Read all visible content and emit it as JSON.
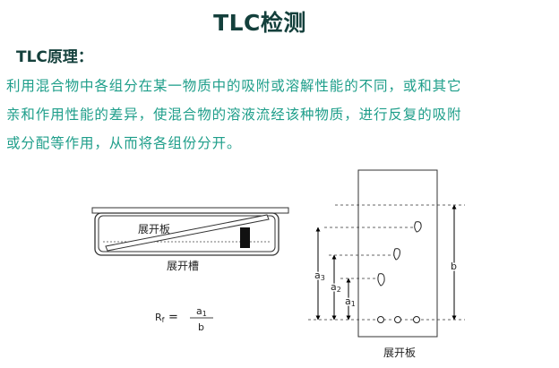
{
  "title": "TLC检测",
  "principle_heading": "TLC原理：",
  "principle_lines": [
    "利用混合物中各组分在某一物质中的吸附或溶解性能的不同，或和其它",
    "亲和作用性能的差异，使混合物的溶液流经该种物质，进行反复的吸附",
    "或分配等作用，从而将各组份分开。"
  ],
  "diagram": {
    "plate_label": "展开板",
    "tank_label": "展开槽",
    "rf_formula": {
      "lhs": "Rf",
      "numerator": "a",
      "numerator_sub": "1",
      "denominator": "b"
    },
    "distance_labels": {
      "a3": "a",
      "a3_sub": "3",
      "a2": "a",
      "a2_sub": "2",
      "a1": "a",
      "a1_sub": "1",
      "b": "b"
    },
    "plate_bottom_label": "展开板"
  },
  "colors": {
    "title": "#14403c",
    "text": "#1e9e8a"
  }
}
